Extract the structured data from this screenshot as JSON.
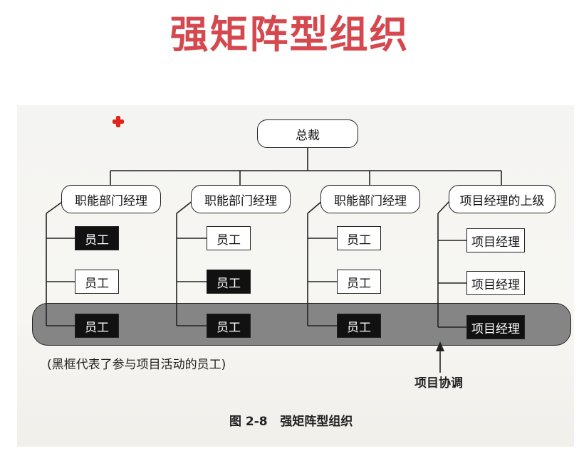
{
  "title": "强矩阵型组织",
  "diagram": {
    "top": "总裁",
    "columns": [
      {
        "manager": "职能部门经理",
        "members": [
          {
            "label": "员工",
            "highlight": true
          },
          {
            "label": "员工",
            "highlight": false
          },
          {
            "label": "员工",
            "highlight": true
          }
        ]
      },
      {
        "manager": "职能部门经理",
        "members": [
          {
            "label": "员工",
            "highlight": false
          },
          {
            "label": "员工",
            "highlight": true
          },
          {
            "label": "员工",
            "highlight": true
          }
        ]
      },
      {
        "manager": "职能部门经理",
        "members": [
          {
            "label": "员工",
            "highlight": false
          },
          {
            "label": "员工",
            "highlight": false
          },
          {
            "label": "员工",
            "highlight": true
          }
        ]
      },
      {
        "manager": "项目经理的上级",
        "members": [
          {
            "label": "项目经理",
            "highlight": false
          },
          {
            "label": "项目经理",
            "highlight": false
          },
          {
            "label": "项目经理",
            "highlight": true
          }
        ]
      }
    ],
    "note": "(黑框代表了参与项目活动的员工)",
    "coordination_label": "项目协调",
    "caption": "图 2-8   强矩阵型组织"
  },
  "colors": {
    "title": "#d4484e",
    "band": "#858585",
    "highlight_box": "#111111",
    "marker": "#e2231a"
  }
}
